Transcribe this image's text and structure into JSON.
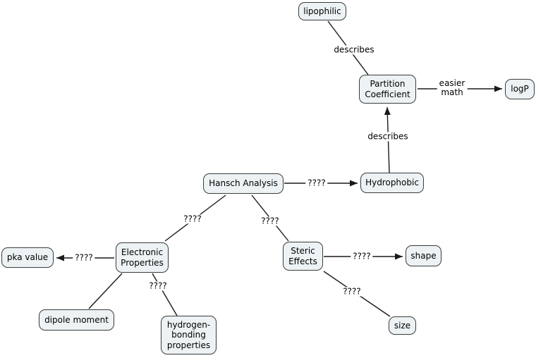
{
  "diagram": {
    "type": "concept-map",
    "colors": {
      "background": "#ffffff",
      "node_fill": "#edf2f4",
      "node_border": "#3c3c3c",
      "line": "#1a1a1a"
    },
    "nodes": {
      "lipophilic": {
        "label": "lipophilic"
      },
      "partition_coefficient": {
        "label": "Partition\nCoefficient"
      },
      "logp": {
        "label": "logP"
      },
      "hansch_analysis": {
        "label": "Hansch Analysis"
      },
      "hydrophobic": {
        "label": "Hydrophobic"
      },
      "electronic_properties": {
        "label": "Electronic\nProperties"
      },
      "pka_value": {
        "label": "pka value"
      },
      "dipole_moment": {
        "label": "dipole moment"
      },
      "hydrogen_bonding": {
        "label": "hydrogen-\nbonding\nproperties"
      },
      "steric_effects": {
        "label": "Steric\nEffects"
      },
      "shape": {
        "label": "shape"
      },
      "size": {
        "label": "size"
      }
    },
    "edges": [
      {
        "from": "lipophilic",
        "to": "partition_coefficient",
        "label": "describes",
        "arrow": false
      },
      {
        "from": "partition_coefficient",
        "to": "logp",
        "label": "easier\nmath",
        "arrow": true
      },
      {
        "from": "hydrophobic",
        "to": "partition_coefficient",
        "label": "describes",
        "arrow": true
      },
      {
        "from": "hansch_analysis",
        "to": "hydrophobic",
        "label": "????",
        "arrow": true
      },
      {
        "from": "hansch_analysis",
        "to": "electronic_properties",
        "label": "????",
        "arrow": false
      },
      {
        "from": "hansch_analysis",
        "to": "steric_effects",
        "label": "????",
        "arrow": false
      },
      {
        "from": "electronic_properties",
        "to": "pka_value",
        "label": "????",
        "arrow": true
      },
      {
        "from": "electronic_properties",
        "to": "dipole_moment",
        "label": "",
        "arrow": false
      },
      {
        "from": "electronic_properties",
        "to": "hydrogen_bonding",
        "label": "????",
        "arrow": false
      },
      {
        "from": "steric_effects",
        "to": "shape",
        "label": "????",
        "arrow": true
      },
      {
        "from": "steric_effects",
        "to": "size",
        "label": "????",
        "arrow": false
      }
    ]
  }
}
